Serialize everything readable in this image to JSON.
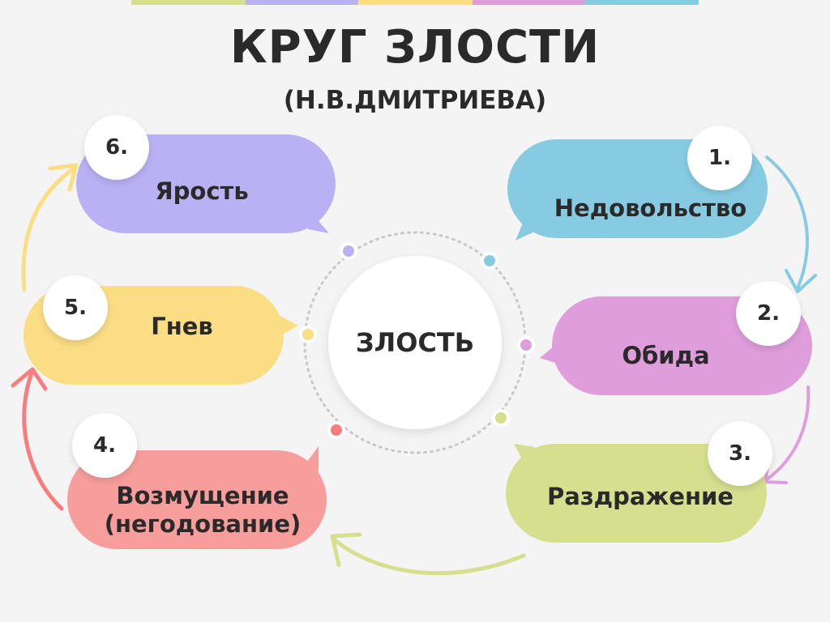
{
  "title": "КРУГ ЗЛОСТИ",
  "subtitle": "(Н.В.ДМИТРИЕВА)",
  "center_label": "ЗЛОСТЬ",
  "stages": [
    {
      "number": "1.",
      "label": "Недовольство",
      "color": "#87cbe3"
    },
    {
      "number": "2.",
      "label": "Обида",
      "color": "#df9ddc"
    },
    {
      "number": "3.",
      "label": "Раздражение",
      "color": "#d5df8e"
    },
    {
      "number": "4.",
      "label": "Возмущение\n(негодование)",
      "color": "#f79e9c"
    },
    {
      "number": "5.",
      "label": "Гнев",
      "color": "#fbdd84"
    },
    {
      "number": "6.",
      "label": "Ярость",
      "color": "#bab1f4"
    }
  ],
  "top_bar_colors": [
    "#d5df8e",
    "#bab1f4",
    "#fbdd84",
    "#df9ddc",
    "#87cbe3"
  ]
}
